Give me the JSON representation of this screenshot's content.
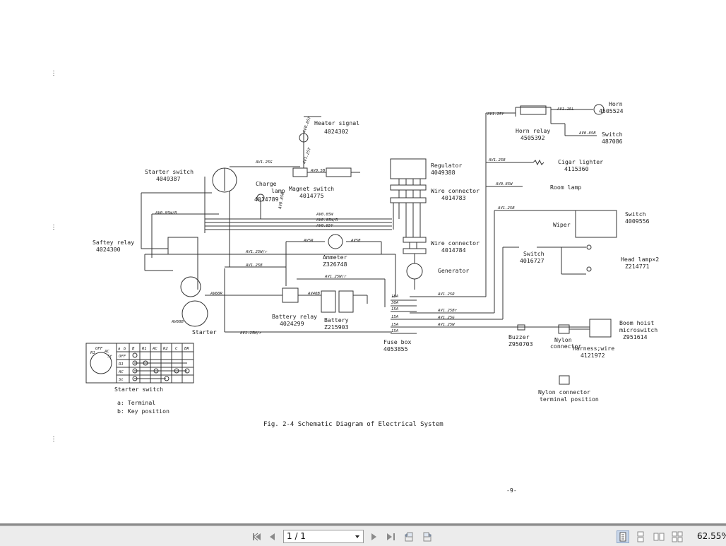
{
  "diagram": {
    "caption": "Fig. 2-4  Schematic Diagram of Electrical System",
    "page_number": "-9-",
    "components": {
      "heater_signal": {
        "name": "Heater signal",
        "part": "4024302"
      },
      "starter_switch": {
        "name": "Starter switch",
        "part": "4049387"
      },
      "charge_lamp": {
        "name": "Charge",
        "name2": "lamp",
        "part": "4014789"
      },
      "magnet_switch": {
        "name": "Magnet switch",
        "part": "4014775"
      },
      "regulator": {
        "name": "Regulator",
        "part": "4049388"
      },
      "wire_connector_1": {
        "name": "Wire connector",
        "part": "4014783"
      },
      "wire_connector_2": {
        "name": "Wire connector",
        "part": "4014784"
      },
      "safety_relay": {
        "name": "Saftey relay",
        "part": "4024300"
      },
      "ammeter": {
        "name": "Ammeter",
        "part": "Z326748"
      },
      "generator": {
        "name": "Generator"
      },
      "battery_relay": {
        "name": "Battery relay",
        "part": "4024299"
      },
      "battery": {
        "name": "Battery",
        "part": "Z215903"
      },
      "starter": {
        "name": "Starter"
      },
      "fuse_box": {
        "name": "Fuse box",
        "part": "4053855"
      },
      "horn": {
        "name": "Horn",
        "part": "4505524"
      },
      "horn_relay": {
        "name": "Horn relay",
        "part": "4505392"
      },
      "horn_switch": {
        "name": "Switch",
        "part": "487086"
      },
      "cigar_lighter": {
        "name": "Cigar lighter",
        "part": "4115360"
      },
      "room_lamp": {
        "name": "Room lamp"
      },
      "wiper_switch": {
        "name": "Switch",
        "part": "4009556",
        "wiper": "Wiper"
      },
      "head_switch": {
        "name": "Switch",
        "part": "4016727"
      },
      "head_lamp": {
        "name": "Head lamp×2",
        "part": "Z214771"
      },
      "buzzer": {
        "name": "Buzzer",
        "part": "Z950703"
      },
      "nylon_connector": {
        "name": "Nylon",
        "name2": "connector"
      },
      "boom_hoist": {
        "name": "Boom hoist",
        "name2": "microswitch",
        "part": "Z951614"
      },
      "harness_wire": {
        "name": "Harness;wire",
        "part": "4121972"
      },
      "nylon_terminal": {
        "name": "Nylon connector",
        "name2": "terminal position"
      }
    },
    "wire_labels": [
      "AV1.25G",
      "AV0.85Y",
      "AV1.25Y",
      "AV0.5B",
      "AV0.85R",
      "AV0.85W/B",
      "AV0.85W",
      "AV0.85W/R",
      "AV0.85Y",
      "AV5R",
      "AV5B",
      "AV1.25W/r",
      "AV1.25B",
      "AV1.25W/r",
      "AV60R",
      "AV60B",
      "AV40B",
      "AV1.25L",
      "AV1.25B",
      "AV0.85W",
      "AV1.25R",
      "AV1.25Br",
      "AV1.25G",
      "AV1.25W",
      "AV0.85B",
      "AV1.25Y",
      "AV1.25B"
    ],
    "fuse_ratings": [
      "15A",
      "30A",
      "15A",
      "15A",
      "15A",
      "15A"
    ],
    "key_table": {
      "headers": [
        "B",
        "R1",
        "AC",
        "R2",
        "C",
        "BR"
      ],
      "rows": [
        "OFF",
        "R1",
        "AC",
        "St"
      ],
      "corner": "a",
      "corner2": "b",
      "dial_labels": [
        "OFF",
        "R1",
        "AC",
        "St"
      ],
      "title": "Starter switch",
      "note_a": "a: Terminal",
      "note_b": "b: Key position"
    }
  },
  "toolbar": {
    "page_value": "1 / 1",
    "zoom": "62.55%"
  }
}
